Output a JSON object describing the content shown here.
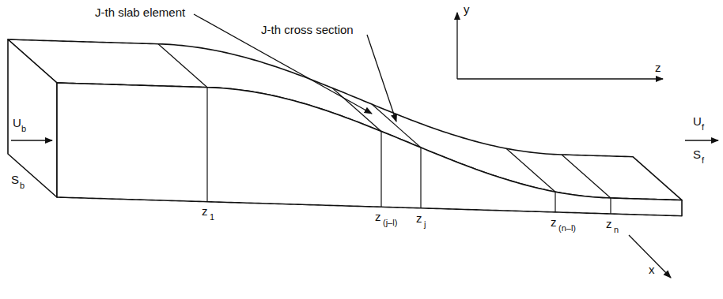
{
  "diagram": {
    "labels": [
      "J-th slab element",
      "J-th cross section",
      "y",
      "z",
      "x",
      "U",
      "b",
      "S",
      "b",
      "U",
      "f",
      "S",
      "f",
      "z",
      "1",
      "z",
      "(j–l)",
      "z",
      "j",
      "z",
      "(n–l)",
      "z",
      "n"
    ]
  }
}
